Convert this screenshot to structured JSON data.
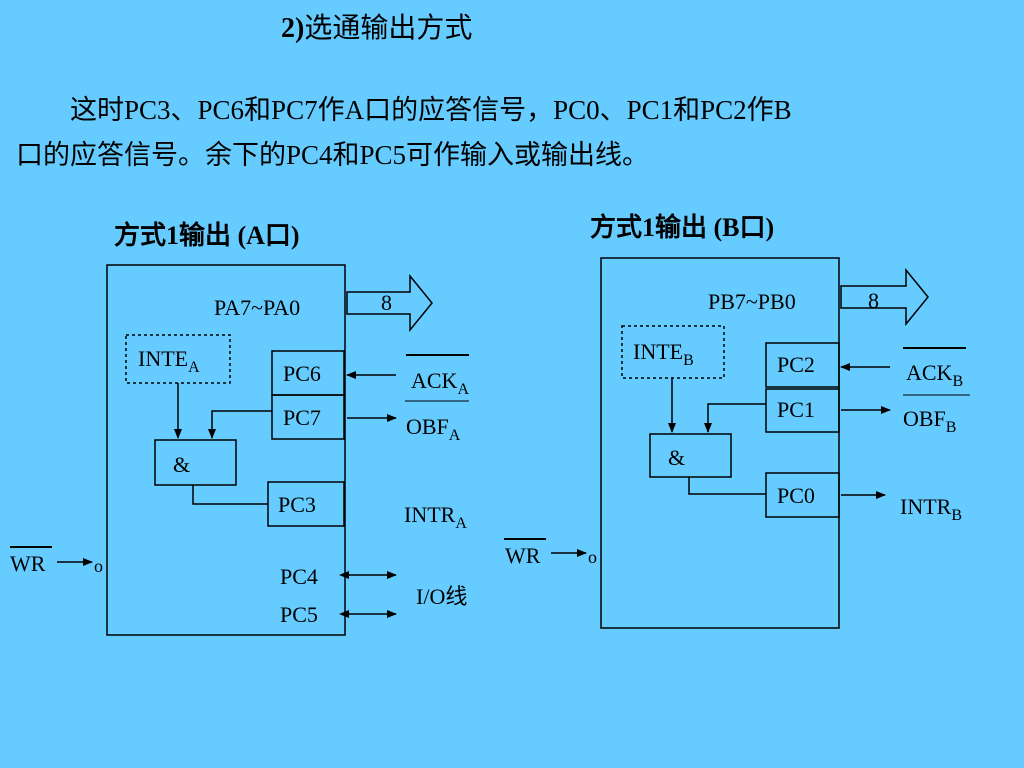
{
  "title": {
    "number": "2)",
    "text": "选通输出方式"
  },
  "description": {
    "line1": "这时PC3、PC6和PC7作A口的应答信号，PC0、PC1和PC2作B",
    "line2": "口的应答信号。余下的PC4和PC5可作输入或输出线。"
  },
  "diagram_a": {
    "title": "方式1输出 (A口)",
    "bus_label": "PA7~PA0",
    "bus_width": "8",
    "inte": {
      "main": "INTE",
      "sub": "A"
    },
    "and_gate": "&",
    "pins": [
      "PC6",
      "PC7",
      "PC3",
      "PC4",
      "PC5"
    ],
    "ack": {
      "main": "ACK",
      "sub": "A"
    },
    "obf": {
      "main": "OBF",
      "sub": "A"
    },
    "intr": {
      "main": "INTR",
      "sub": "A"
    },
    "io_label": "I/O线",
    "wr": "WR",
    "wr_bubble": "o"
  },
  "diagram_b": {
    "title": "方式1输出 (B口)",
    "bus_label": "PB7~PB0",
    "bus_width": "8",
    "inte": {
      "main": "INTE",
      "sub": "B"
    },
    "and_gate": "&",
    "pins": [
      "PC2",
      "PC1",
      "PC0"
    ],
    "ack": {
      "main": "ACK",
      "sub": "B"
    },
    "obf": {
      "main": "OBF",
      "sub": "B"
    },
    "intr": {
      "main": "INTR",
      "sub": "B"
    },
    "wr": "WR",
    "wr_bubble": "o"
  }
}
